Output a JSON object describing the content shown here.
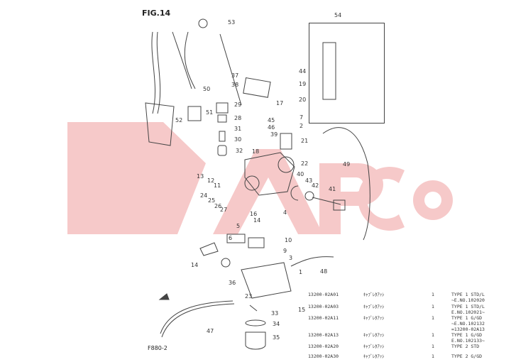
{
  "figure_title": "FIG.14",
  "figure_code": "F880-2",
  "watermark": "APCO",
  "colors": {
    "watermark": "#f6c9c9",
    "line": "#444444"
  },
  "callouts": [
    "54",
    "53",
    "50",
    "44",
    "37",
    "38",
    "19",
    "29",
    "17",
    "20",
    "51",
    "28",
    "45",
    "7",
    "52",
    "31",
    "46",
    "2",
    "39",
    "30",
    "21",
    "18",
    "32",
    "22",
    "49",
    "13",
    "40",
    "12",
    "43",
    "42",
    "11",
    "41",
    "24",
    "25",
    "26",
    "27",
    "4",
    "16",
    "14",
    "5",
    "6",
    "10",
    "9",
    "3",
    "14",
    "1",
    "48",
    "36",
    "23",
    "15",
    "33",
    "34",
    "35",
    "47"
  ],
  "parts_table": [
    {
      "part_no": "13200-02A01",
      "name": "ｷｬﾌﾞﾚﾀｱｯｼ",
      "qty": "1",
      "remarks": [
        "TYPE 1 STD/L",
        "~E.NO.102020"
      ]
    },
    {
      "part_no": "13200-02A03",
      "name": "ｷｬﾌﾞﾚﾀｱｯｼ",
      "qty": "1",
      "remarks": [
        "TYPE 1 STD/L",
        "E.NO.102021~"
      ]
    },
    {
      "part_no": "13200-02A11",
      "name": "ｷｬﾌﾞﾚﾀｱｯｼ",
      "qty": "1",
      "remarks": [
        "TYPE 1 G/GD",
        "~E.NO.102132",
        "=13200-02A13"
      ]
    },
    {
      "part_no": "13200-02A13",
      "name": "ｷｬﾌﾞﾚﾀｱｯｼ",
      "qty": "1",
      "remarks": [
        "TYPE 1 G/GD",
        "E.NO.102133~"
      ]
    },
    {
      "part_no": "13200-02A20",
      "name": "ｷｬﾌﾞﾚﾀｱｯｼ",
      "qty": "1",
      "remarks": [
        "TYPE 2 STD"
      ]
    },
    {
      "part_no": "13200-02A30",
      "name": "ｷｬﾌﾞﾚﾀｱｯｼ",
      "qty": "1",
      "remarks": [
        "TYPE 2 G/GD"
      ]
    }
  ]
}
